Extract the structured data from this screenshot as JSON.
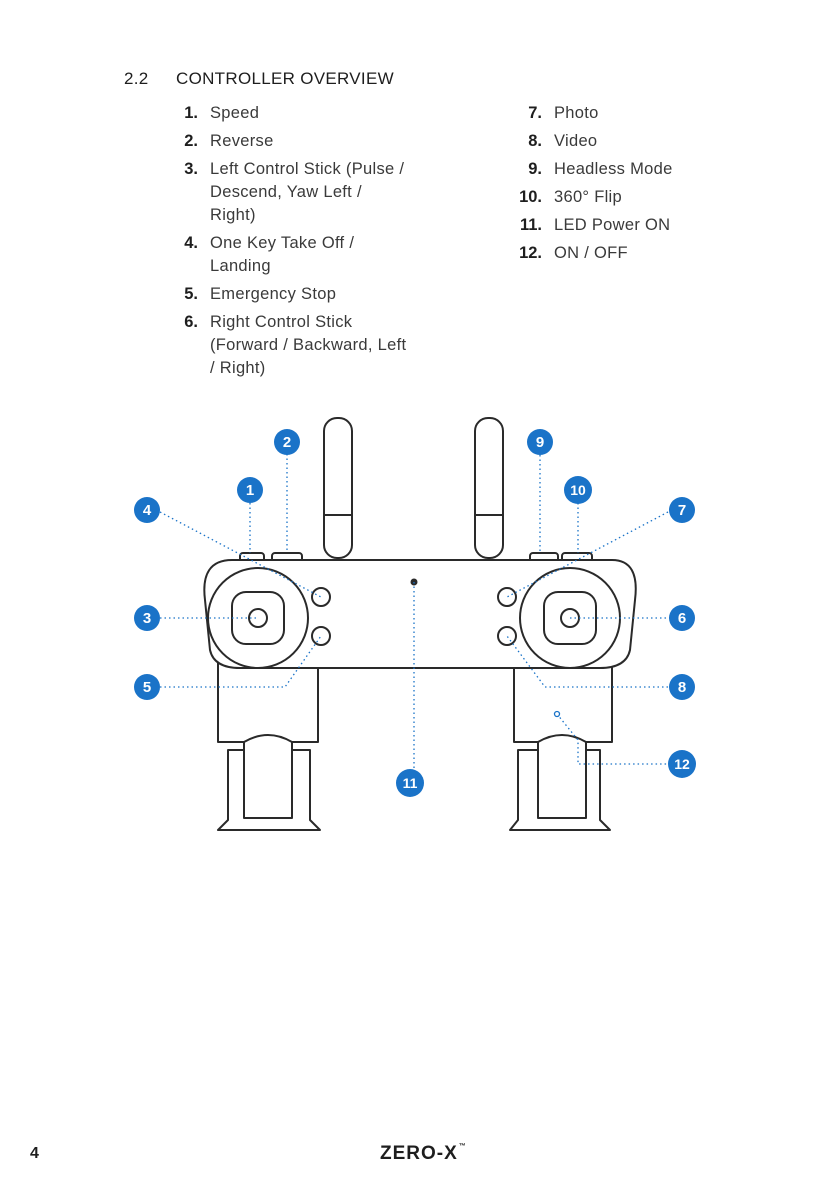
{
  "section": {
    "number": "2.2",
    "title": "CONTROLLER OVERVIEW"
  },
  "items_left": [
    {
      "num": "1.",
      "label": "Speed"
    },
    {
      "num": "2.",
      "label": "Reverse"
    },
    {
      "num": "3.",
      "label": "Left Control Stick (Pulse / Descend, Yaw Left / Right)"
    },
    {
      "num": "4.",
      "label": "One Key Take Off / Landing"
    },
    {
      "num": "5.",
      "label": "Emergency Stop"
    },
    {
      "num": "6.",
      "label": "Right Control Stick (Forward / Backward, Left / Right)"
    }
  ],
  "items_right": [
    {
      "num": "7.",
      "label": "Photo"
    },
    {
      "num": "8.",
      "label": "Video"
    },
    {
      "num": "9.",
      "label": "Headless Mode"
    },
    {
      "num": "10.",
      "label": "360° Flip"
    },
    {
      "num": "11.",
      "label": "LED Power ON"
    },
    {
      "num": "12.",
      "label": "ON / OFF"
    }
  ],
  "callouts": [
    "1",
    "2",
    "3",
    "4",
    "5",
    "6",
    "7",
    "8",
    "9",
    "10",
    "11",
    "12"
  ],
  "callout_color": "#1a73c8",
  "footer": {
    "page_number": "4",
    "logo_text": "ZERO-X",
    "logo_mark": "™"
  }
}
